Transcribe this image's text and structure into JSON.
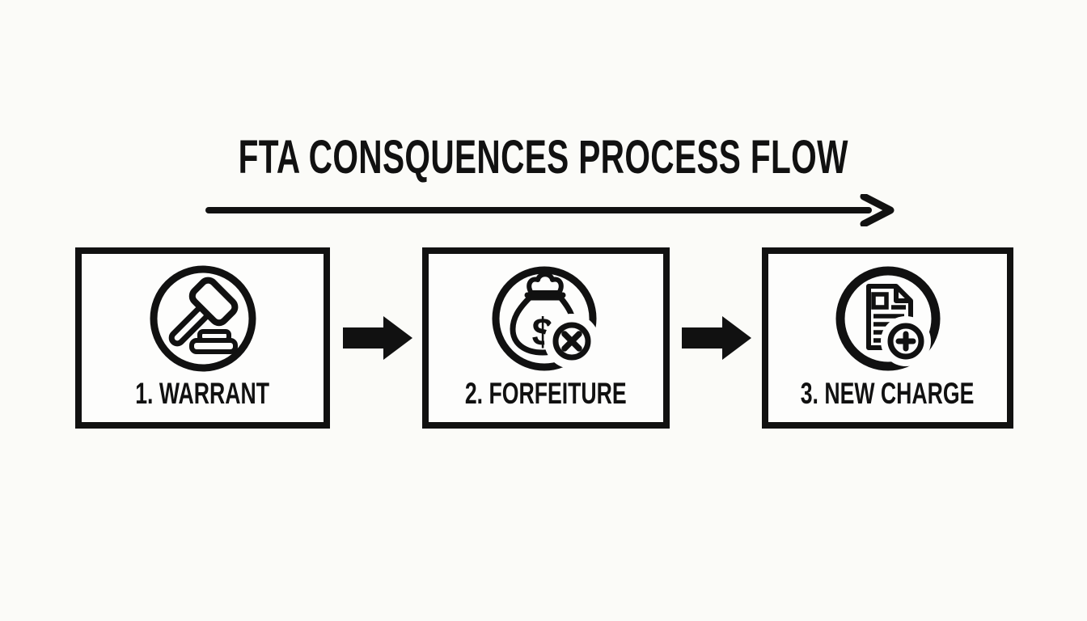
{
  "title": "FTA CONSQUENCES PROCESS FLOW",
  "steps": [
    {
      "label": "1. WARRANT",
      "icon": "gavel-icon"
    },
    {
      "label": "2. FORFEITURE",
      "icon": "money-bag-x-icon"
    },
    {
      "label": "3. NEW CHARGE",
      "icon": "document-plus-icon"
    }
  ],
  "icons": {
    "dollar_glyph": "$"
  },
  "colors": {
    "ink": "#111111",
    "background": "#fbfbf8",
    "box_fill": "#fdfdfc"
  }
}
